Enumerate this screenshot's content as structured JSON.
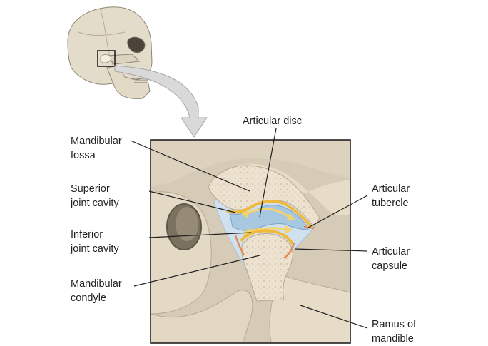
{
  "labels": {
    "articular_disc": "Articular disc",
    "mandibular_fossa": [
      "Mandibular",
      "fossa"
    ],
    "superior_joint_cavity": [
      "Superior",
      "joint cavity"
    ],
    "inferior_joint_cavity": [
      "Inferior",
      "joint cavity"
    ],
    "mandibular_condyle": [
      "Mandibular",
      "condyle"
    ],
    "articular_tubercle": [
      "Articular",
      "tubercle"
    ],
    "articular_capsule": [
      "Articular",
      "capsule"
    ],
    "ramus_of_mandible": [
      "Ramus of",
      "mandible"
    ]
  },
  "colors": {
    "bone": "#e9dfcb",
    "bone_shadow": "#c9bba0",
    "panel_bg": "#d8cdb9",
    "capsule": "#cfe0ee",
    "disc": "#a8c8e2",
    "cartilage": "#f0b93a",
    "arrow": "#d9d9d9",
    "line": "#231f20"
  }
}
